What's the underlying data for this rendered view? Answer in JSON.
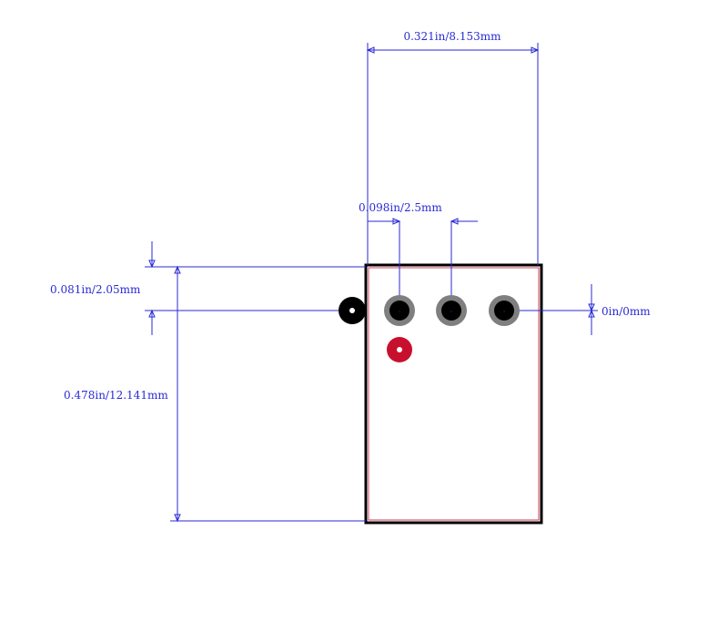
{
  "colors": {
    "dimension": "#2a2ad6",
    "outline": "#000000",
    "outline_inner": "#c8102e",
    "pad_ring": "#7f7f7f",
    "pad_hole": "#000000",
    "mount_dot": "#c8102e",
    "background": "#ffffff"
  },
  "dimensions": {
    "overall_width": "0.321in/8.153mm",
    "pin_pitch": "0.098in/2.5mm",
    "pin_offset": "0.081in/2.05mm",
    "body_height": "0.478in/12.141mm",
    "pin_row_offset": "0in/0mm"
  },
  "pads": [
    {
      "label": "1"
    },
    {
      "label": "2"
    },
    {
      "label": "3"
    }
  ]
}
